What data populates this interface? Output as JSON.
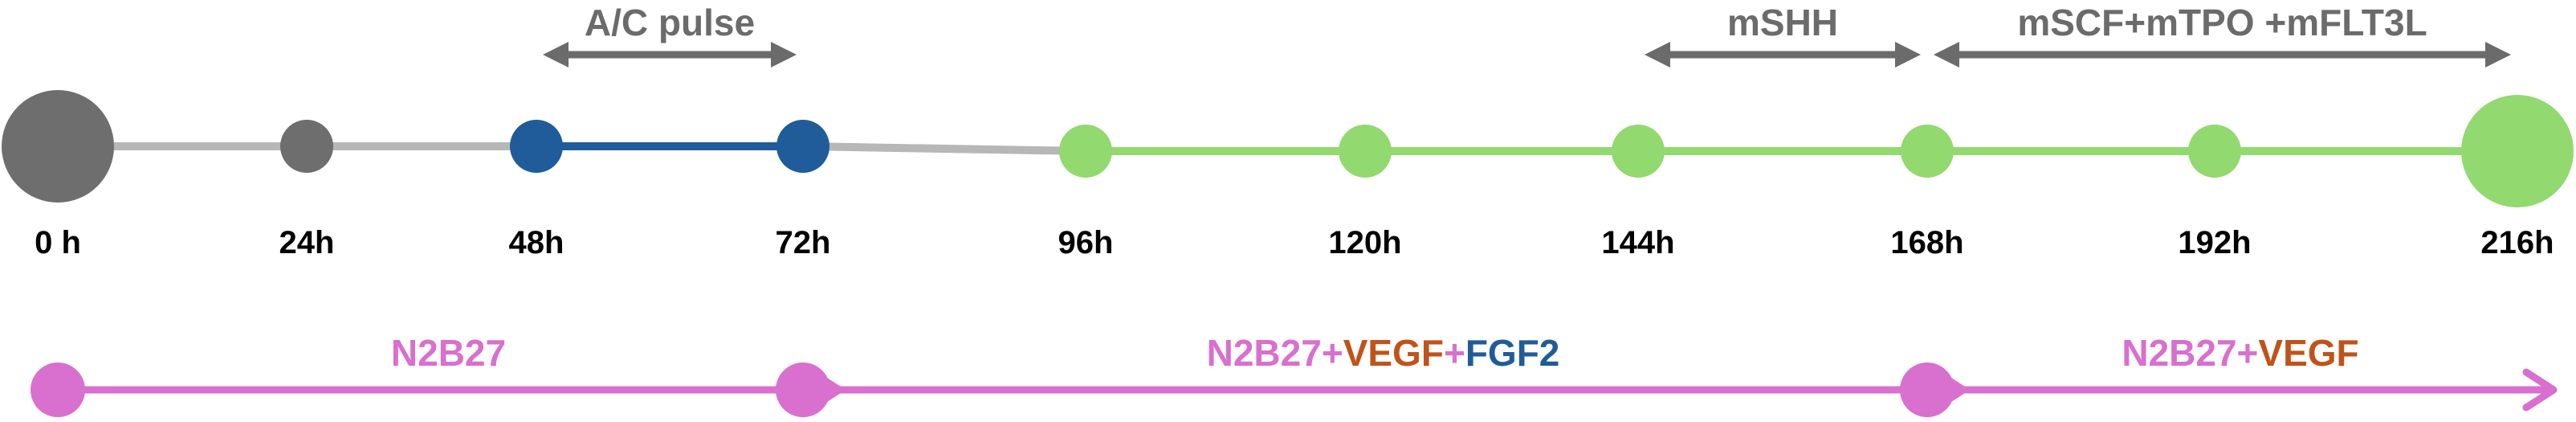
{
  "colors": {
    "gray_node": "#6e6e6e",
    "gray_line": "#b7b7b7",
    "blue": "#1f5c99",
    "green": "#92d96f",
    "magenta": "#d96fcf",
    "orange": "#c0531a",
    "dark_gray_text": "#6b6b6b"
  },
  "timepoints": [
    {
      "label": "0 h",
      "phase": "gray",
      "size": "large"
    },
    {
      "label": "24h",
      "phase": "gray",
      "size": "small"
    },
    {
      "label": "48h",
      "phase": "blue",
      "size": "small"
    },
    {
      "label": "72h",
      "phase": "blue",
      "size": "small"
    },
    {
      "label": "96h",
      "phase": "green",
      "size": "small"
    },
    {
      "label": "120h",
      "phase": "green",
      "size": "small"
    },
    {
      "label": "144h",
      "phase": "green",
      "size": "small"
    },
    {
      "label": "168h",
      "phase": "green",
      "size": "small"
    },
    {
      "label": "192h",
      "phase": "green",
      "size": "small"
    },
    {
      "label": "216h",
      "phase": "green",
      "size": "large"
    }
  ],
  "segments": [
    {
      "from": 0,
      "to": 2,
      "color": "gray"
    },
    {
      "from": 2,
      "to": 3,
      "color": "blue"
    },
    {
      "from": 3,
      "to": 4,
      "color": "gray"
    },
    {
      "from": 4,
      "to": 9,
      "color": "green"
    }
  ],
  "treatments": [
    {
      "label": "A/C pulse",
      "from": 2,
      "to": 3
    },
    {
      "label": "mSHH",
      "from": 6,
      "to": 7
    },
    {
      "label": "mSCF+mTPO +mFLT3L",
      "from": 7,
      "to": 9
    }
  ],
  "media": [
    {
      "from": 0,
      "to": 3,
      "parts": [
        {
          "text": "N2B27",
          "color": "magenta"
        }
      ]
    },
    {
      "from": 3,
      "to": 7,
      "parts": [
        {
          "text": "N2B27+",
          "color": "magenta"
        },
        {
          "text": "VEGF",
          "color": "orange"
        },
        {
          "text": "+",
          "color": "magenta"
        },
        {
          "text": "FGF2",
          "color": "blue"
        }
      ]
    },
    {
      "from": 7,
      "to": 9,
      "parts": [
        {
          "text": "N2B27+",
          "color": "magenta"
        },
        {
          "text": "VEGF",
          "color": "orange"
        }
      ]
    }
  ]
}
